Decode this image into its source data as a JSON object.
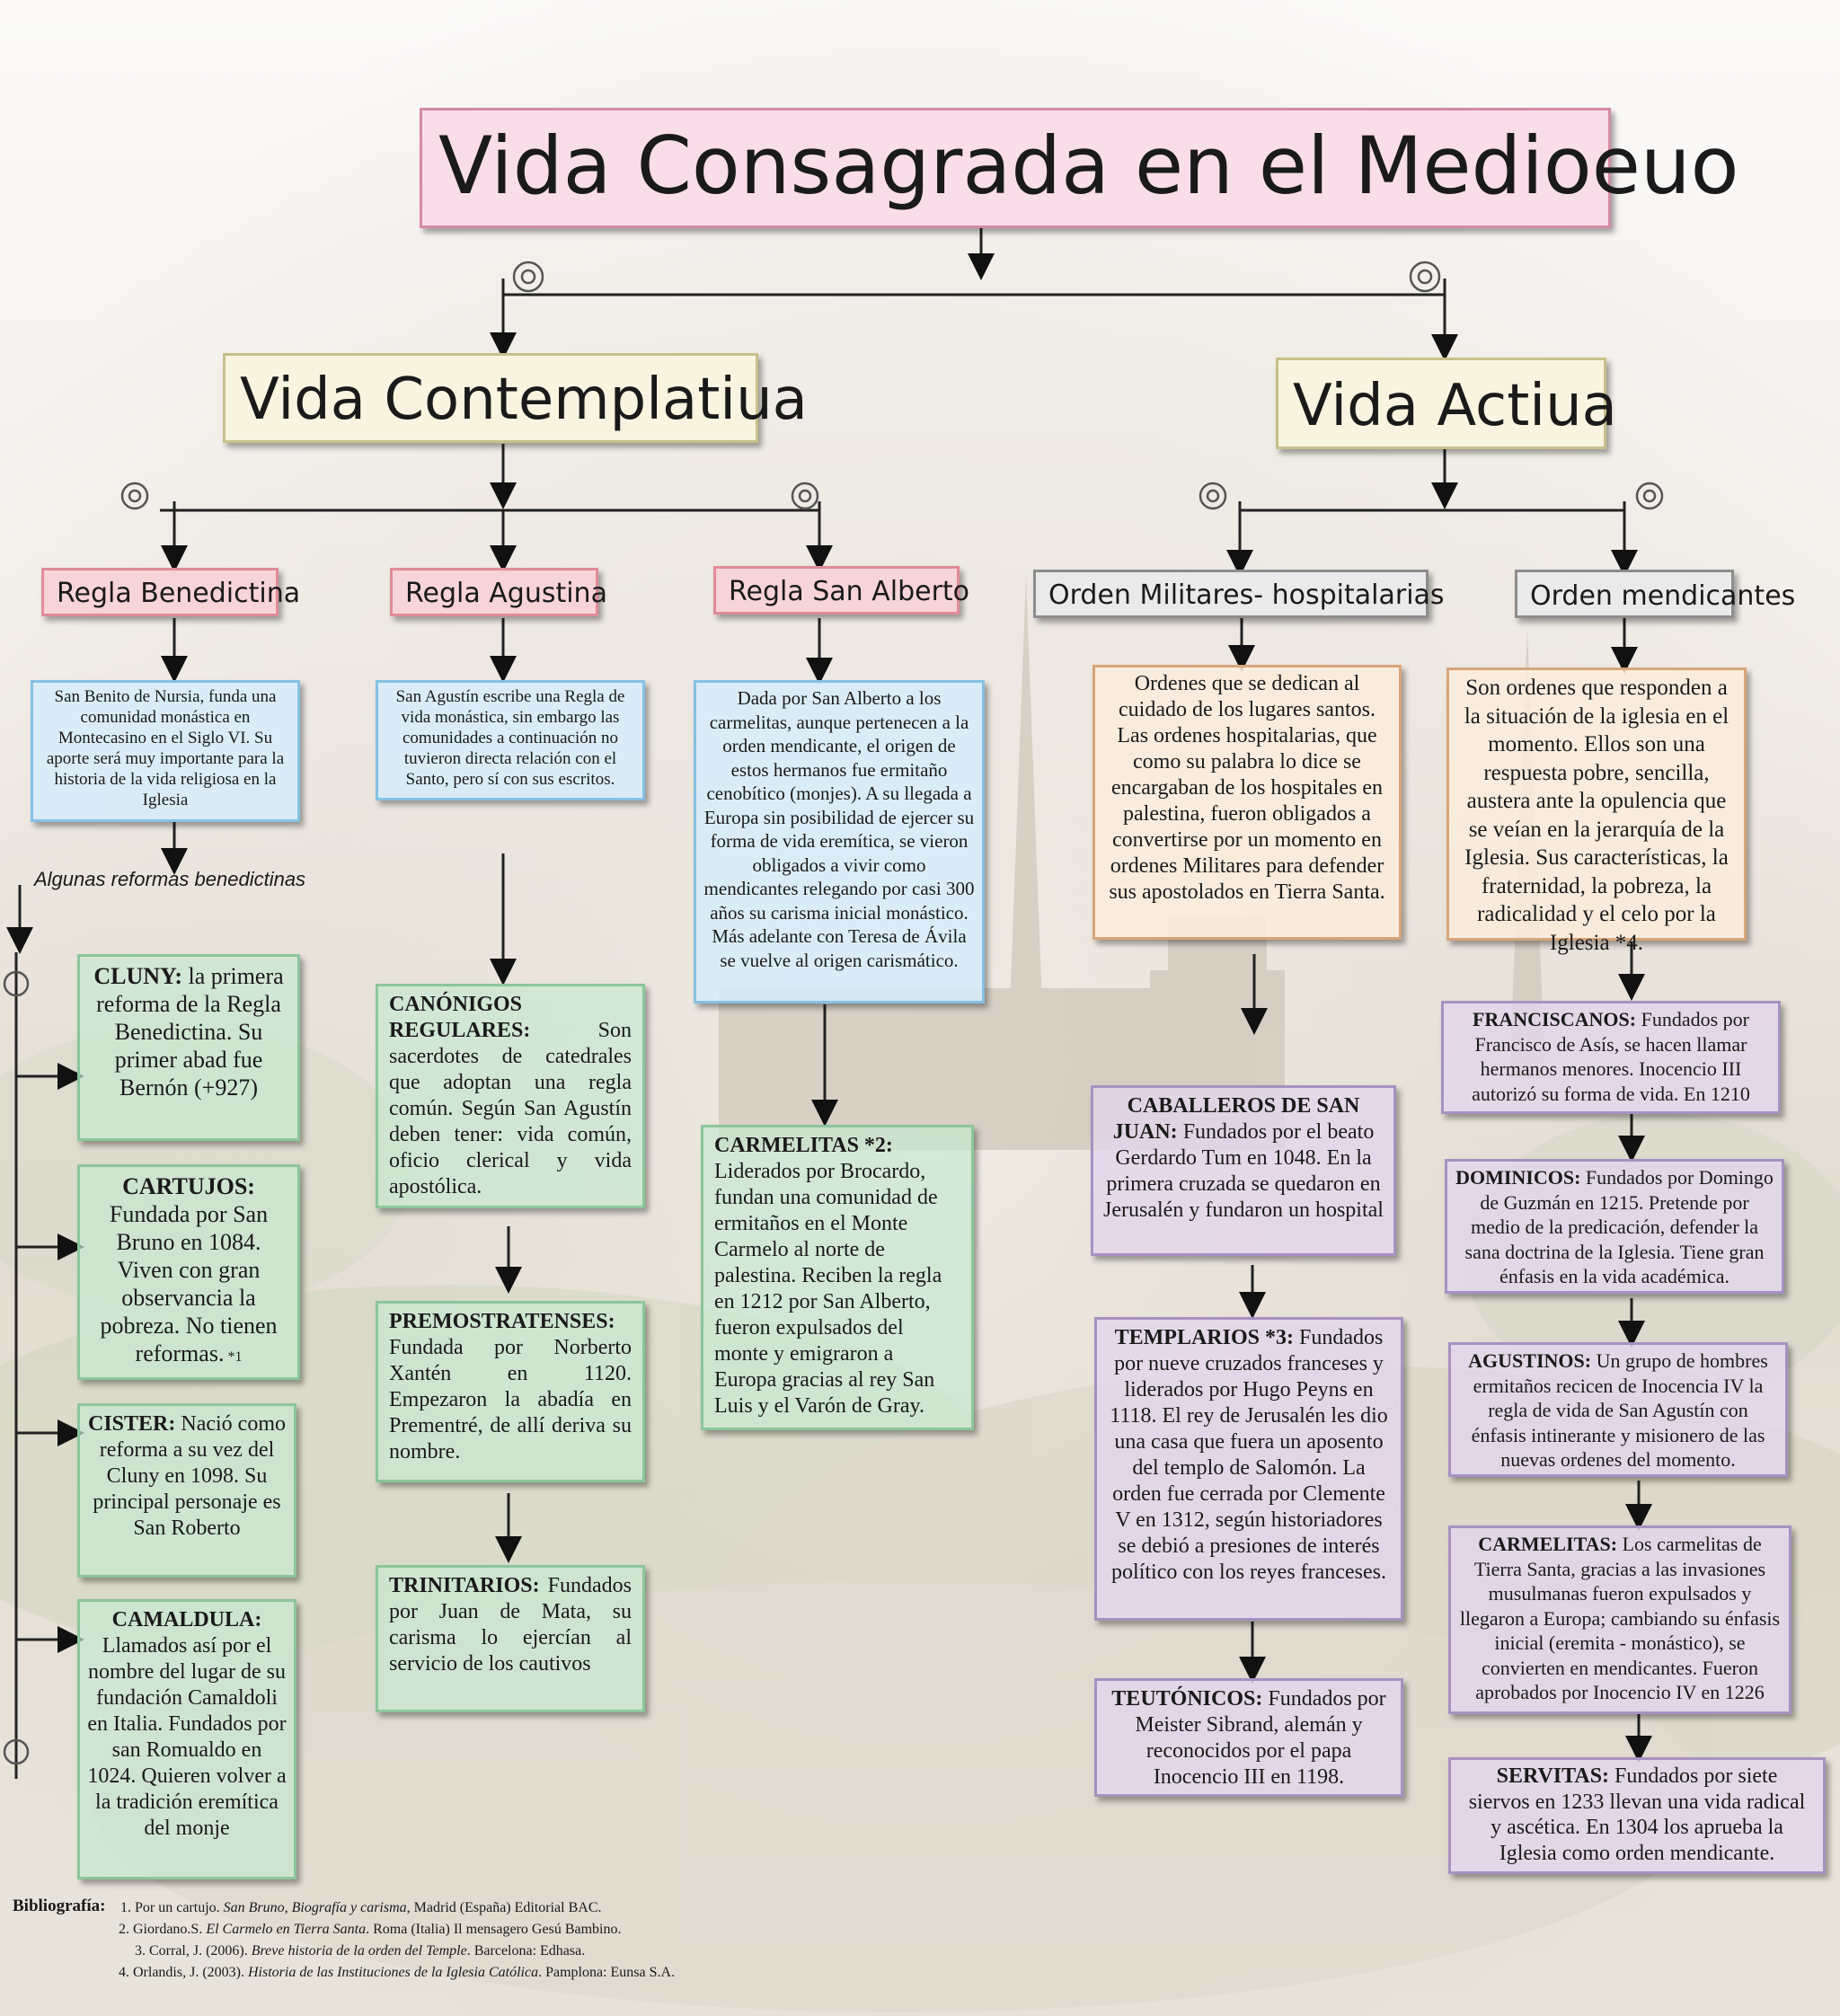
{
  "title": "Vida Consagrada en el Medioeuo",
  "branches": {
    "contemplativa": "Vida Contemplatiua",
    "activa": "Vida Actiua"
  },
  "rules": {
    "benedictina": "Regla Benedictina",
    "agustina": "Regla Agustina",
    "san_alberto": "Regla San Alberto",
    "militares": "Orden Militares- hospitalarias",
    "mendicantes": "Orden mendicantes"
  },
  "descriptions": {
    "benedictina": "San Benito de Nursia, funda una comunidad monástica en Montecasino en el Siglo VI. Su aporte será muy importante para la historia de la vida religiosa en la Iglesia",
    "agustina": "San Agustín escribe una Regla de vida monástica, sin embargo las comunidades a continuación no tuvieron directa relación con el Santo, pero sí con sus escritos.",
    "san_alberto": "Dada por San Alberto a los carmelitas, aunque pertenecen a la orden mendicante, el origen de estos hermanos fue ermitaño cenobítico (monjes). A su llegada a Europa sin posibilidad de ejercer su forma de vida eremítica, se vieron obligados a vivir como mendicantes relegando por casi 300 años su carisma inicial monástico. Más adelante con Teresa de Ávila se vuelve al origen carismático.",
    "militares": "Ordenes que se dedican al cuidado de los lugares santos. Las ordenes hospitalarias, que como su palabra lo dice se encargaban de los hospitales en palestina, fueron obligados a convertirse por un momento en ordenes Militares para defender sus apostolados en Tierra Santa.",
    "mendicantes": "Son ordenes que responden a la situación de la iglesia en el momento. Ellos son una respuesta pobre, sencilla, austera ante la opulencia que se veían en la jerarquía de la Iglesia. Sus características, la fraternidad, la pobreza, la radicalidad y el celo por la Iglesia *4."
  },
  "reformas_label": "Algunas reformas benedictinas",
  "benedictine_reforms": [
    {
      "name": "CLUNY:",
      "text": " la primera reforma de la Regla Benedictina. Su primer abad fue Bernón (+927)"
    },
    {
      "name": "CARTUJOS:",
      "text": " Fundada por San Bruno en 1084. Viven con gran observancia la pobreza. No tienen reformas.",
      "note": " *1"
    },
    {
      "name": "CISTER:",
      "text": " Nació como reforma a su vez del Cluny en 1098. Su principal personaje es San Roberto"
    },
    {
      "name": "CAMALDULA:",
      "text": " Llamados así por el nombre del lugar de su fundación Camaldoli en Italia. Fundados por san Romualdo en 1024. Quieren volver a la tradición eremítica del monje"
    }
  ],
  "augustinian_orders": [
    {
      "name": "CANÓNIGOS REGULARES:",
      "text": " Son sacerdotes de catedrales que adoptan una regla común. Según San Agustín deben tener: vida común, oficio clerical y vida apostólica."
    },
    {
      "name": "PREMOSTRATENSES:",
      "text": " Fundada por Norberto Xantén en 1120. Empezaron la abadía en Prementré, de allí deriva su nombre."
    },
    {
      "name": "TRINITARIOS:",
      "text": " Fundados por Juan de Mata, su carisma lo ejercían al servicio de los cautivos"
    }
  ],
  "carmelitas_contemplativos": {
    "name": "CARMELITAS *2:",
    "text": " Liderados por Brocardo, fundan una comunidad de ermitaños en el Monte Carmelo al norte de palestina. Reciben la regla en 1212 por San Alberto, fueron expulsados del monte y emigraron a Europa gracias al rey San Luis y el Varón de Gray."
  },
  "military_orders": [
    {
      "name": "CABALLEROS DE SAN JUAN:",
      "text": " Fundados por el beato Gerdardo Tum en 1048. En la primera cruzada se quedaron en Jerusalén y fundaron un hospital"
    },
    {
      "name": "TEMPLARIOS *3:",
      "text": " Fundados por nueve cruzados franceses y liderados por Hugo Peyns en 1118. El rey de Jerusalén les dio una casa que fuera un aposento del templo de Salomón. La orden fue cerrada por Clemente V en 1312, según historiadores se debió a presiones de interés político con los reyes franceses."
    },
    {
      "name": "TEUTÓNICOS:",
      "text": " Fundados por Meister Sibrand, alemán y reconocidos por el papa Inocencio III en 1198."
    }
  ],
  "mendicant_orders": [
    {
      "name": "FRANCISCANOS:",
      "text": " Fundados por Francisco de Asís, se hacen llamar hermanos menores. Inocencio III autorizó su forma de vida. En 1210"
    },
    {
      "name": "DOMINICOS:",
      "text": " Fundados por Domingo de Guzmán en 1215. Pretende por medio de la predicación, defender la sana doctrina de la Iglesia. Tiene gran énfasis en la vida académica."
    },
    {
      "name": "AGUSTINOS:",
      "text": " Un grupo de hombres ermitaños recicen de Inocencia IV la regla de vida de San Agustín con énfasis intinerante y misionero de las nuevas ordenes del momento."
    },
    {
      "name": "CARMELITAS:",
      "text": " Los carmelitas de Tierra Santa, gracias a las invasiones musulmanas fueron expulsados y llegaron a Europa; cambiando su énfasis inicial (eremita - monástico), se convierten en mendicantes. Fueron aprobados por Inocencio IV en 1226"
    },
    {
      "name": "SERVITAS:",
      "text": " Fundados por siete siervos en 1233 llevan una vida radical y ascética. En 1304 los aprueba la Iglesia como orden mendicante."
    }
  ],
  "bibliography": {
    "label": "Bibliografía:",
    "refs": [
      {
        "pre": "1. Por un cartujo. ",
        "it": "San Bruno, Biografía y carisma",
        "post": ", Madrid (España) Editorial BAC."
      },
      {
        "pre": "2. Giordano.S. ",
        "it": "El Carmelo en Tierra Santa",
        "post": ". Roma (Italia) Il mensagero Gesú Bambino."
      },
      {
        "pre": "3. Corral, J. (2006). ",
        "it": "Breve historia de la orden del Temple",
        "post": ". Barcelona: Edhasa."
      },
      {
        "pre": "4. Orlandis, J. (2003). ",
        "it": "Historia de las Instituciones de la Iglesia Católica",
        "post": ". Pamplona: Eunsa S.A."
      }
    ]
  },
  "colors": {
    "title_fill": "#f9dde8",
    "main_fill": "#f8f4e0",
    "rule_red": "#f7d4d8",
    "rule_gray": "#ebeaea",
    "desc_blue": "#d6ecfa",
    "desc_peach": "#fbecdc",
    "order_green": "#c8e8d0",
    "order_purple": "#e2d6ec"
  }
}
